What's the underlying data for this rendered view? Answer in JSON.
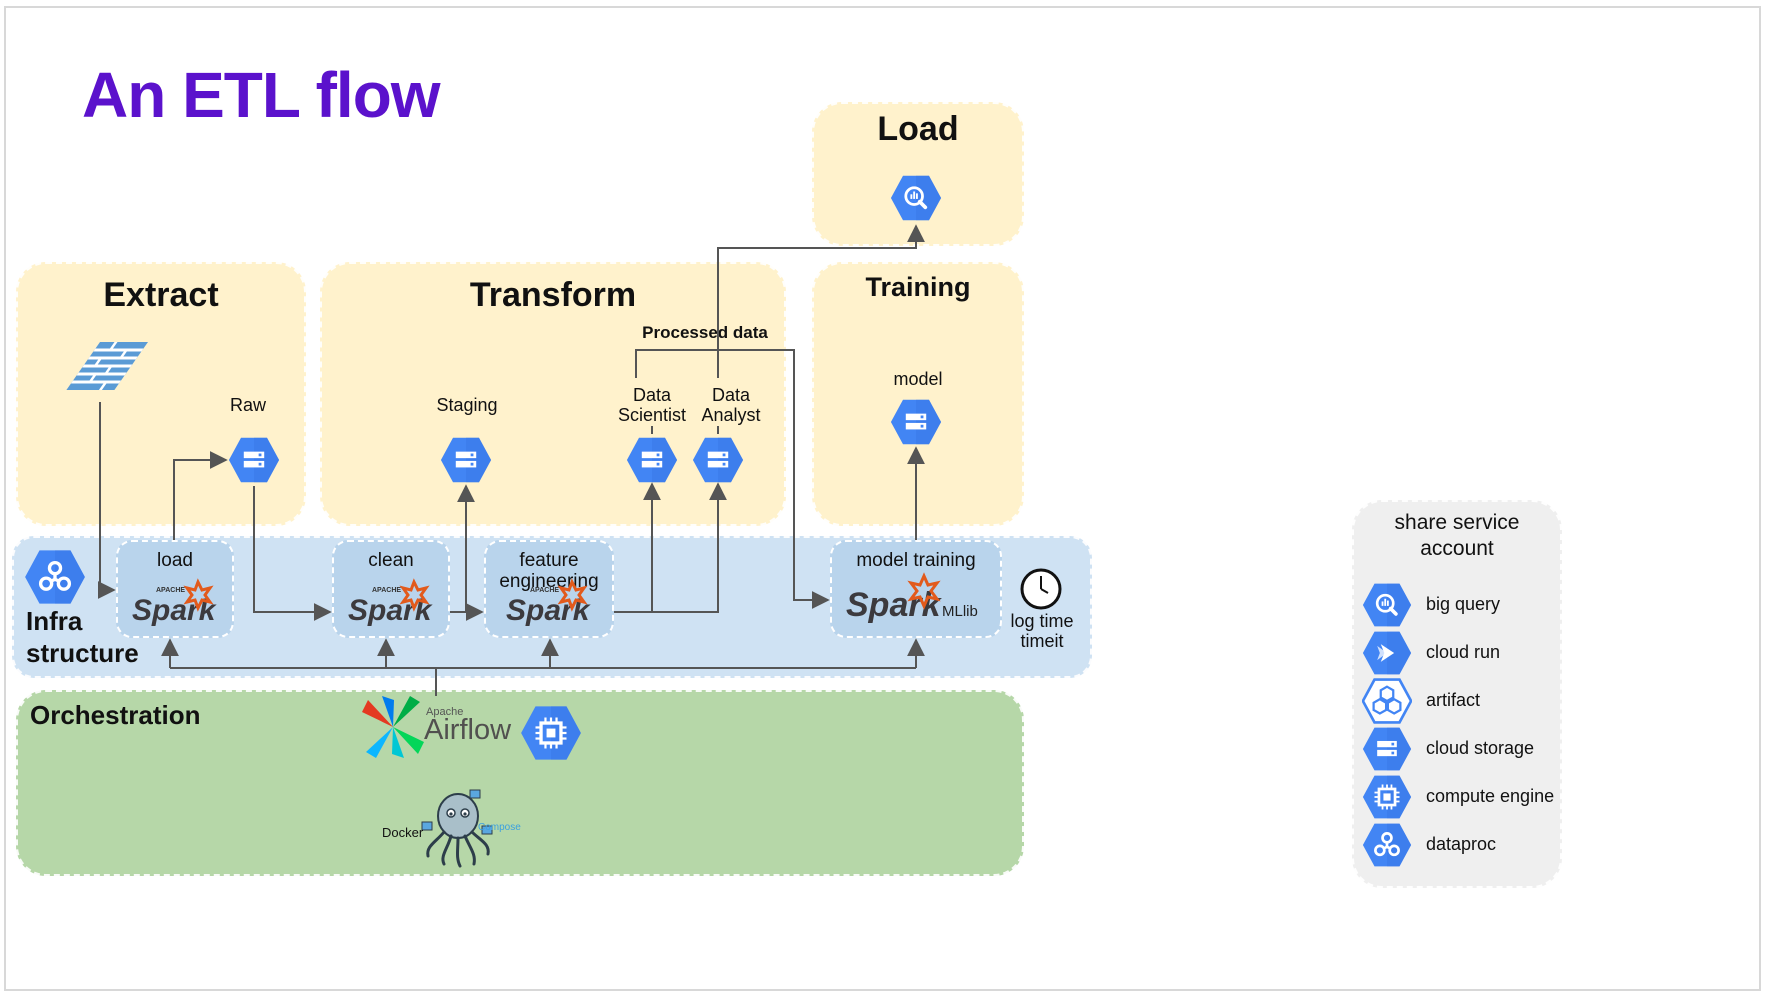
{
  "title": "An ETL flow",
  "phases": {
    "extract": "Extract",
    "transform": "Transform",
    "load": "Load",
    "training": "Training"
  },
  "buckets": {
    "raw": "Raw",
    "staging": "Staging",
    "processed": "Processed data",
    "data_scientist_1": "Data",
    "data_scientist_2": "Scientist",
    "data_analyst_1": "Data",
    "data_analyst_2": "Analyst",
    "model": "model"
  },
  "infra": {
    "label_line1": "Infra",
    "label_line2": "structure",
    "load": "load",
    "clean": "clean",
    "feature_line1": "feature",
    "feature_line2": "engineering",
    "model_training": "model training",
    "spark_word": "Spark",
    "apache_word": "APACHE",
    "mllib": "MLlib",
    "log_time_1": "log time",
    "log_time_2": "timeit"
  },
  "orchestration": {
    "label": "Orchestration",
    "airflow_small": "Apache",
    "airflow": "Airflow",
    "docker": "Docker",
    "compose": "Compose"
  },
  "legend": {
    "title_line1": "share service",
    "title_line2": "account",
    "items": [
      {
        "label": "big query",
        "icon": "big-query-icon"
      },
      {
        "label": "cloud run",
        "icon": "cloud-run-icon"
      },
      {
        "label": "artifact",
        "icon": "artifact-registry-icon"
      },
      {
        "label": "cloud storage",
        "icon": "cloud-storage-icon"
      },
      {
        "label": "compute engine",
        "icon": "compute-engine-icon"
      },
      {
        "label": "dataproc",
        "icon": "dataproc-icon"
      }
    ]
  },
  "colors": {
    "title": "#5b12cc",
    "gcp_blue": "#4285f4",
    "panel_yellow": "#fff2cc",
    "panel_blue": "#cfe2f3",
    "panel_green": "#b6d7a8",
    "spark_orange": "#e25a1c"
  }
}
